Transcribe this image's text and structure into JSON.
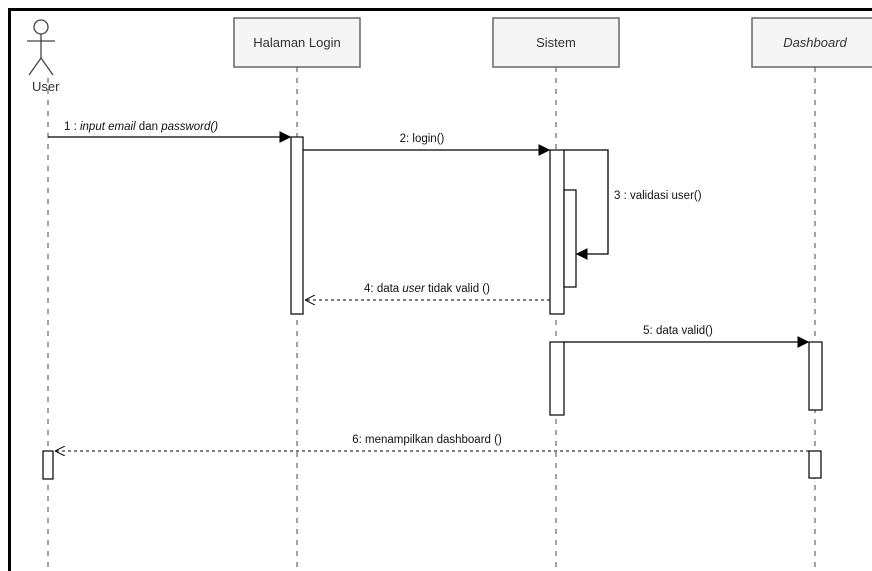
{
  "diagram": {
    "actor": {
      "label": "User"
    },
    "objects": [
      {
        "id": "halaman_login",
        "label": "Halaman Login",
        "italic": false
      },
      {
        "id": "sistem",
        "label": "Sistem",
        "italic": false
      },
      {
        "id": "dashboard",
        "label": "Dashboard",
        "italic": true
      }
    ],
    "messages": [
      {
        "id": "m1",
        "num": "1 : ",
        "text_italic": "input email",
        "text_rest": " dan ",
        "text_italic2": "password()",
        "from": "User",
        "to": "Halaman Login",
        "style": "solid"
      },
      {
        "id": "m2",
        "text": "2: login()",
        "from": "Halaman Login",
        "to": "Sistem",
        "style": "solid"
      },
      {
        "id": "m3",
        "text": "3 : validasi user()",
        "from": "Sistem",
        "to": "Sistem",
        "style": "self"
      },
      {
        "id": "m4",
        "num": "4: data ",
        "text_italic": "user",
        "text_rest": " tidak valid ()",
        "from": "Sistem",
        "to": "Halaman Login",
        "style": "return"
      },
      {
        "id": "m5",
        "text": "5: data valid()",
        "from": "Sistem",
        "to": "Dashboard",
        "style": "solid"
      },
      {
        "id": "m6",
        "text": "6: menampilkan dashboard ()",
        "from": "Dashboard",
        "to": "User",
        "style": "return"
      }
    ],
    "colors": {
      "frame": "#000000",
      "box_fill": "#f5f5f5",
      "box_stroke": "#666666",
      "lifeline": "#666666",
      "arrow": "#000000"
    }
  }
}
